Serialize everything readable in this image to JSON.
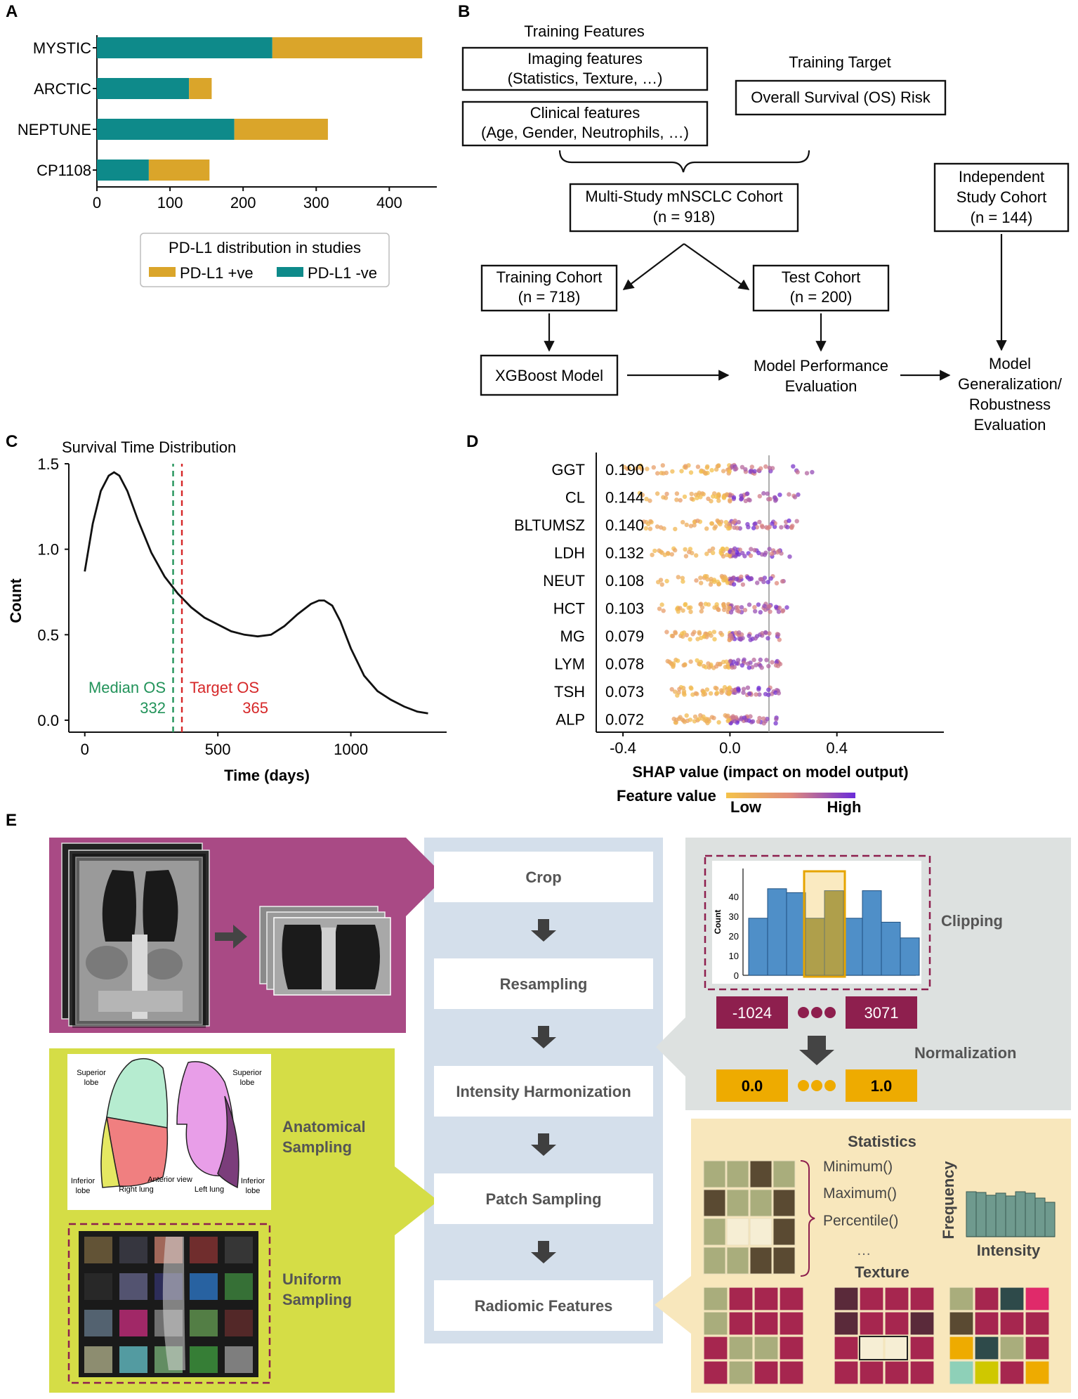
{
  "panels": {
    "a": "A",
    "b": "B",
    "c": "C",
    "d": "D",
    "e": "E"
  },
  "colors": {
    "teal": "#0e8a8a",
    "gold": "#daa52a",
    "green": "#22935a",
    "red": "#d62728",
    "plum": "#a94a85",
    "lime": "#d5dd46",
    "pale_blue": "#d4dfeb",
    "grey": "#dde1e0",
    "sand": "#f8e7bc",
    "maroon": "#8e1f4e",
    "amber": "#eeab00"
  },
  "panel_a": {
    "chart_data": {
      "type": "bar",
      "orientation": "horizontal",
      "stacked": true,
      "categories": [
        "MYSTIC",
        "ARCTIC",
        "NEPTUNE",
        "CP1108"
      ],
      "series": [
        {
          "name": "PD-L1 -ve",
          "values": [
            240,
            126,
            188,
            71
          ]
        },
        {
          "name": "PD-L1 +ve",
          "values": [
            205,
            31,
            128,
            83
          ]
        }
      ],
      "xticks": [
        "0",
        "100",
        "200",
        "300",
        "400"
      ],
      "xlim": [
        0,
        465
      ]
    },
    "legend": {
      "title": "PD-L1 distribution in studies",
      "pos": "PD-L1 +ve",
      "neg": "PD-L1 -ve"
    }
  },
  "panel_b": {
    "training_features": "Training Features",
    "imaging_1": "Imaging features",
    "imaging_2": "(Statistics, Texture, …)",
    "clinical_1": "Clinical features",
    "clinical_2": "(Age, Gender, Neutrophils, …)",
    "training_target": "Training Target",
    "os_risk": "Overall Survival (OS) Risk",
    "multi_1": "Multi-Study mNSCLC Cohort",
    "multi_2": "(n = 918)",
    "indep_1": "Independent",
    "indep_2": "Study Cohort",
    "indep_3": "(n = 144)",
    "train_1": "Training Cohort",
    "train_2": "(n = 718)",
    "test_1": "Test Cohort",
    "test_2": "(n = 200)",
    "xgb": "XGBoost Model",
    "perf_1": "Model Performance",
    "perf_2": "Evaluation",
    "gen_1": "Model",
    "gen_2": "Generalization/",
    "gen_3": "Robustness",
    "gen_4": "Evaluation"
  },
  "panel_c": {
    "chart_data": {
      "type": "line",
      "title": "Survival Time Distribution",
      "xlabel": "Time (days)",
      "ylabel": "Count",
      "x": [
        0,
        30,
        60,
        90,
        110,
        130,
        160,
        200,
        250,
        300,
        350,
        400,
        450,
        500,
        550,
        600,
        650,
        700,
        750,
        800,
        850,
        880,
        900,
        930,
        960,
        1000,
        1050,
        1100,
        1150,
        1200,
        1250,
        1290
      ],
      "y": [
        0.87,
        1.15,
        1.34,
        1.43,
        1.45,
        1.43,
        1.34,
        1.17,
        0.98,
        0.84,
        0.74,
        0.66,
        0.6,
        0.56,
        0.52,
        0.5,
        0.49,
        0.5,
        0.55,
        0.62,
        0.68,
        0.7,
        0.7,
        0.67,
        0.58,
        0.42,
        0.26,
        0.17,
        0.12,
        0.08,
        0.05,
        0.04
      ],
      "xlim": [
        -60,
        1360
      ],
      "ylim": [
        -0.07,
        1.5
      ],
      "xticks": [
        "0",
        "500",
        "1000"
      ],
      "yticks": [
        "0.0",
        "0.5",
        "1.0",
        "1.5"
      ],
      "median": {
        "label": "Median OS",
        "value": "332",
        "x": 332
      },
      "target": {
        "label": "Target OS",
        "value": "365",
        "x": 365
      }
    }
  },
  "panel_d": {
    "chart_data": {
      "type": "scatter",
      "xlabel": "SHAP value (impact on model output)",
      "features": [
        "GGT",
        "CL",
        "BLTUMSZ",
        "LDH",
        "NEUT",
        "HCT",
        "MG",
        "LYM",
        "TSH",
        "ALP"
      ],
      "importance": [
        "0.190",
        "0.144",
        "0.140",
        "0.132",
        "0.108",
        "0.103",
        "0.079",
        "0.078",
        "0.073",
        "0.072"
      ],
      "xticks": [
        "-0.4",
        "0.0",
        "0.4"
      ],
      "xlim": [
        -0.5,
        0.8
      ],
      "colorbar": {
        "title": "Feature value",
        "low": "Low",
        "high": "High"
      }
    }
  },
  "panel_e": {
    "steps": [
      "Crop",
      "Resampling",
      "Intensity Harmonization",
      "Patch Sampling",
      "Radiomic Features"
    ],
    "clipping": "Clipping",
    "normalization": "Normalization",
    "clip_low": "-1024",
    "clip_high": "3071",
    "norm_low": "0.0",
    "norm_high": "1.0",
    "hist": {
      "ylabel": "Count",
      "yticks": [
        "0",
        "10",
        "20",
        "30",
        "40"
      ],
      "values": [
        29,
        44,
        42,
        29,
        43,
        29,
        43,
        27,
        19
      ]
    },
    "anatomical_1": "Anatomical",
    "anatomical_2": "Sampling",
    "uniform_1": "Uniform",
    "uniform_2": "Sampling",
    "lung": {
      "sup_l_1": "Superior",
      "sup_l_2": "lobe",
      "sup_r_1": "Superior",
      "sup_r_2": "lobe",
      "inf_l_1": "Inferior",
      "inf_l_2": "lobe",
      "inf_r_1": "Inferior",
      "inf_r_2": "lobe",
      "right": "Right lung",
      "left": "Left lung",
      "anterior": "Anterior view"
    },
    "statistics": "Statistics",
    "stat_min": "Minimum()",
    "stat_max": "Maximum()",
    "stat_pct": "Percentile()",
    "ellipsis": "…",
    "frequency": "Frequency",
    "intensity": "Intensity",
    "texture": "Texture",
    "freq_values": [
      64,
      63,
      59,
      62,
      58,
      64,
      62,
      55,
      49
    ]
  }
}
